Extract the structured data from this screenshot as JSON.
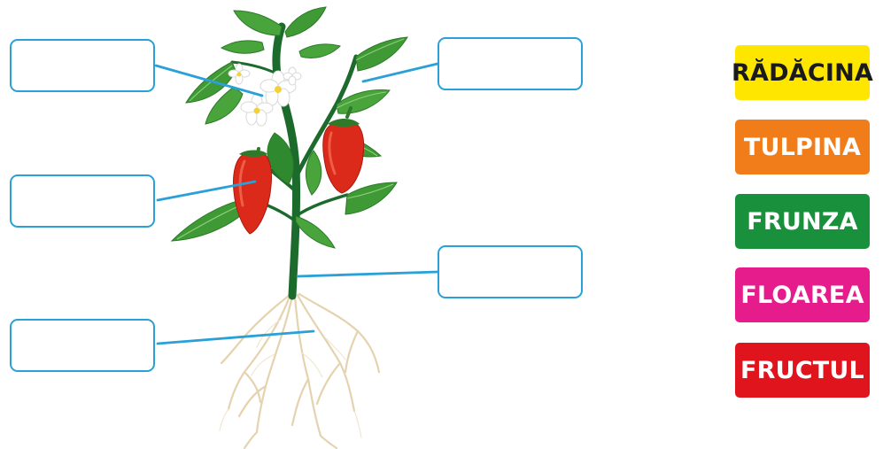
{
  "labels": [
    {
      "text": "RĂDĂCINA",
      "color": "#ffe600",
      "text_color": "#1a1a1a"
    },
    {
      "text": "TULPINA",
      "color": "#f07d1a",
      "text_color": "#ffffff"
    },
    {
      "text": "FRUNZA",
      "color": "#18903c",
      "text_color": "#ffffff"
    },
    {
      "text": "FLOAREA",
      "color": "#e61c8c",
      "text_color": "#ffffff"
    },
    {
      "text": "FRUCTUL",
      "color": "#e0141c",
      "text_color": "#ffffff"
    }
  ],
  "answer_boxes": [
    {
      "points_to": "flower",
      "value": ""
    },
    {
      "points_to": "fruit",
      "value": ""
    },
    {
      "points_to": "root",
      "value": ""
    },
    {
      "points_to": "leaf",
      "value": ""
    },
    {
      "points_to": "stem",
      "value": ""
    }
  ],
  "colors": {
    "box_border": "#2aa0d8",
    "leader_line": "#2aa0d8",
    "stem": "#1d6b2c",
    "leaf": "#3f9a35",
    "pepper": "#dc2a1a",
    "root": "#e6d6b4"
  }
}
